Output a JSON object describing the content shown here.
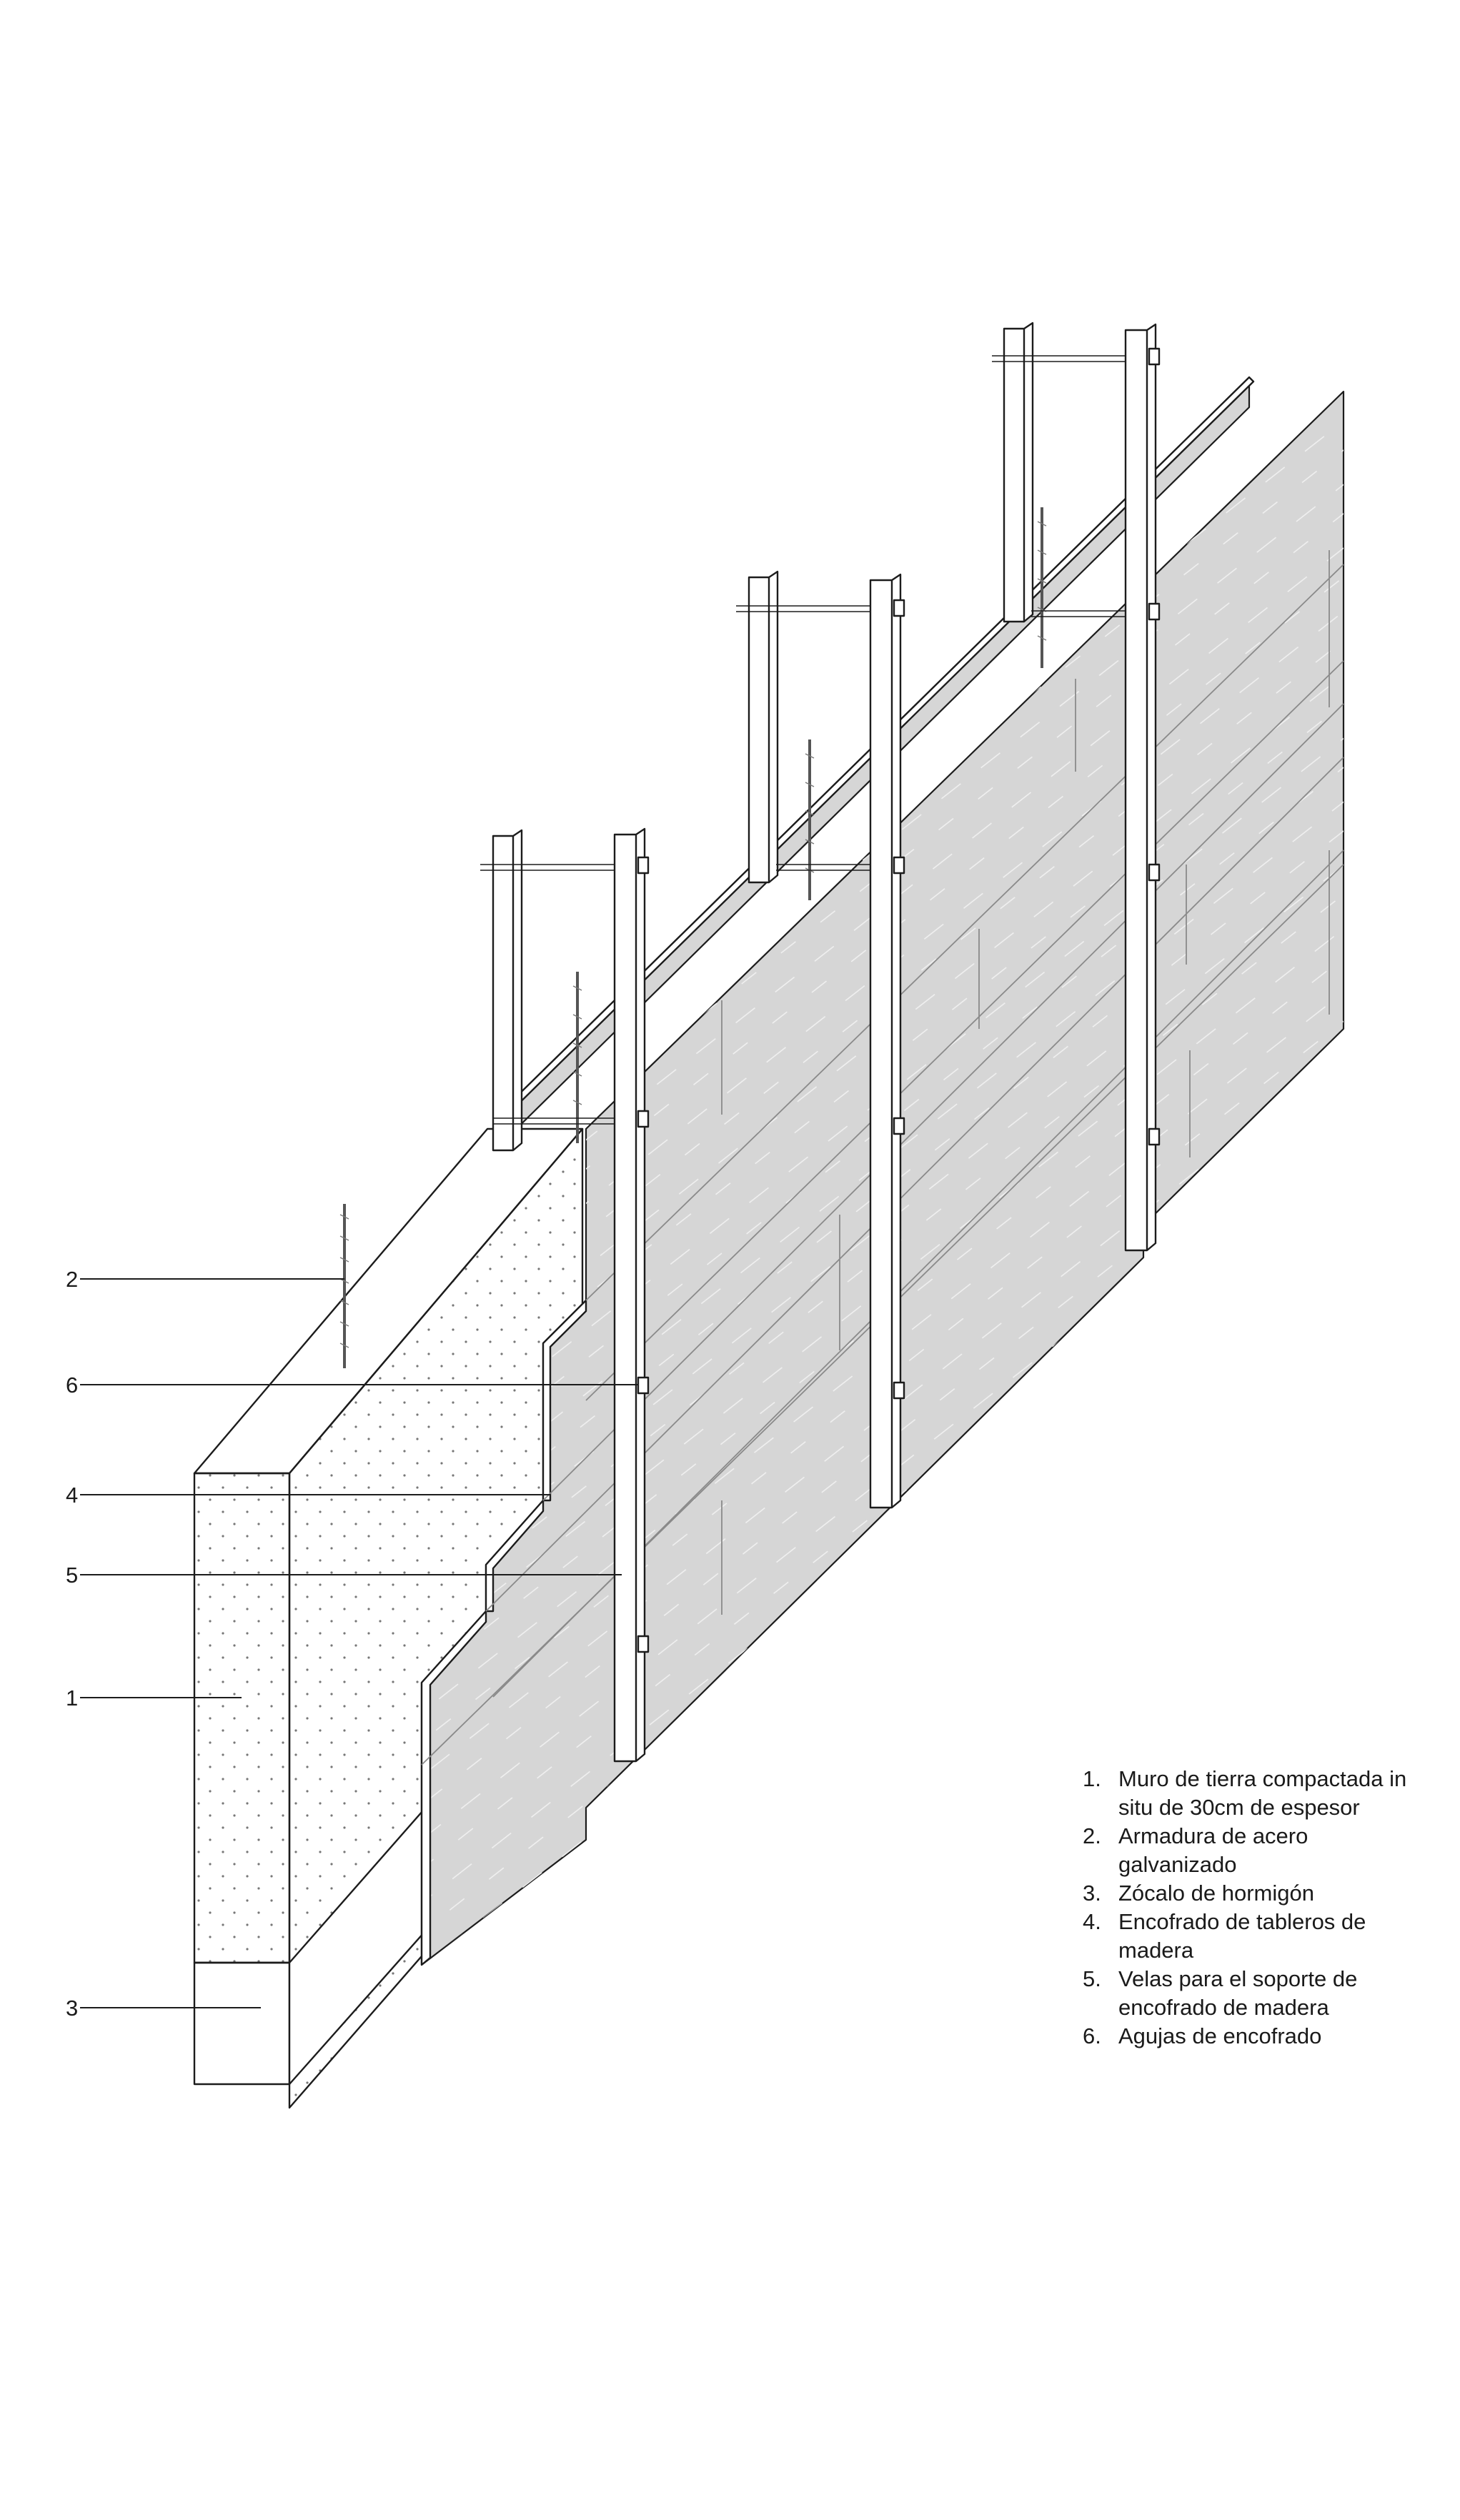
{
  "callouts": [
    {
      "number": "2"
    },
    {
      "number": "6"
    },
    {
      "number": "4"
    },
    {
      "number": "5"
    },
    {
      "number": "1"
    },
    {
      "number": "3"
    }
  ],
  "legend": {
    "items": [
      {
        "number": "1.",
        "text": "Muro de tierra compactada in situ de 30cm de espesor"
      },
      {
        "number": "2.",
        "text": "Armadura de acero galvanizado"
      },
      {
        "number": "3.",
        "text": "Zócalo de hormigón"
      },
      {
        "number": "4.",
        "text": "Encofrado de tableros de madera"
      },
      {
        "number": "5.",
        "text": "Velas para el soporte de encofrado de madera"
      },
      {
        "number": "6.",
        "text": "Agujas de encofrado"
      }
    ]
  }
}
